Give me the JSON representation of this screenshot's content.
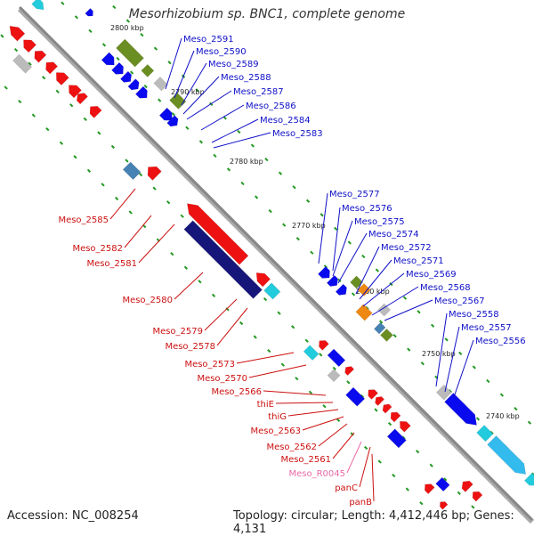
{
  "title": "Mesorhizobium sp. BNC1, complete genome",
  "footer": {
    "accession": "Accession: NC_008254",
    "topology": "Topology: circular; Length: 4,412,446 bp; Genes: 4,131"
  },
  "colors": {
    "forward_label": "#1010c8",
    "reverse_label": "#cc1010",
    "rna_label": "#e86aa6",
    "backbone": "#888888",
    "ticks": "#229922",
    "red": "#ee1111",
    "blue": "#0a0aee",
    "navy": "#16167a",
    "olive": "#6b8e23",
    "cyan": "#22ccdd",
    "gray": "#bbbbbb",
    "orange": "#ee8811",
    "steel": "#4682b4",
    "lightblue": "#33bbee"
  },
  "kbp_labels": [
    "2800 kbp",
    "2790 kbp",
    "2780 kbp",
    "2770 kbp",
    "2760 kbp",
    "2750 kbp",
    "2740 kbp"
  ],
  "forward_genes": [
    "Meso_2591",
    "Meso_2590",
    "Meso_2589",
    "Meso_2588",
    "Meso_2587",
    "Meso_2586",
    "Meso_2584",
    "Meso_2583",
    "Meso_2577",
    "Meso_2576",
    "Meso_2575",
    "Meso_2574",
    "Meso_2572",
    "Meso_2571",
    "Meso_2569",
    "Meso_2568",
    "Meso_2567",
    "Meso_2558",
    "Meso_2557",
    "Meso_2556"
  ],
  "reverse_genes": [
    "Meso_2585",
    "Meso_2582",
    "Meso_2581",
    "Meso_2580",
    "Meso_2579",
    "Meso_2578",
    "Meso_2573",
    "Meso_2570",
    "Meso_2566",
    "thiE",
    "thiG",
    "Meso_2563",
    "Meso_2562",
    "Meso_2561",
    "Meso_R0045",
    "panC",
    "panB"
  ]
}
